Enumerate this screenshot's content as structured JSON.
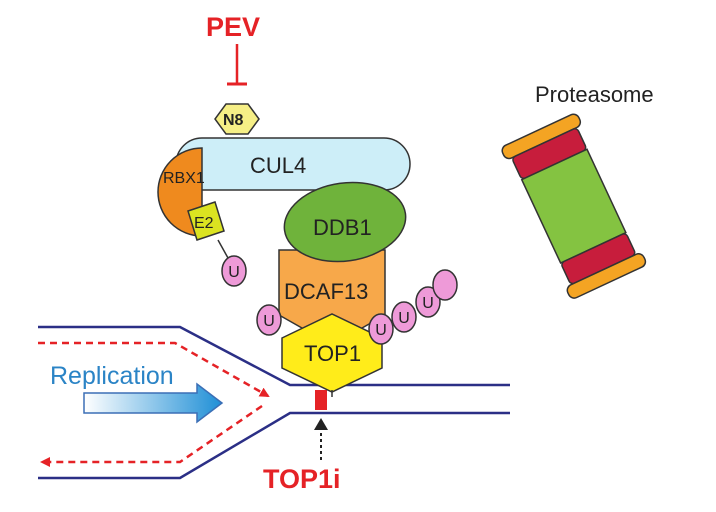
{
  "labels": {
    "pev": "PEV",
    "n8": "N8",
    "cul4": "CUL4",
    "rbx1": "RBX1",
    "e2": "E2",
    "ddb1": "DDB1",
    "dcaf13": "DCAF13",
    "top1": "TOP1",
    "ubiquitin": "U",
    "proteasome": "Proteasome",
    "replication": "Replication",
    "top1i": "TOP1i"
  },
  "colors": {
    "inhibitor_red": "#e52226",
    "cul4_fill": "#cdeef8",
    "rbx1_fill": "#ef8a1e",
    "e2_fill": "#dbe321",
    "ddb1_fill": "#6fb33b",
    "dcaf13_fill": "#f7a84a",
    "top1_fill": "#ffec1a",
    "ubiquitin_fill": "#ee9ad8",
    "proteasome_core": "#84c341",
    "proteasome_band": "#c71d3c",
    "proteasome_cap": "#f4a423",
    "dna_strand": "#2b2f86",
    "replication_text": "#2b84c6"
  }
}
